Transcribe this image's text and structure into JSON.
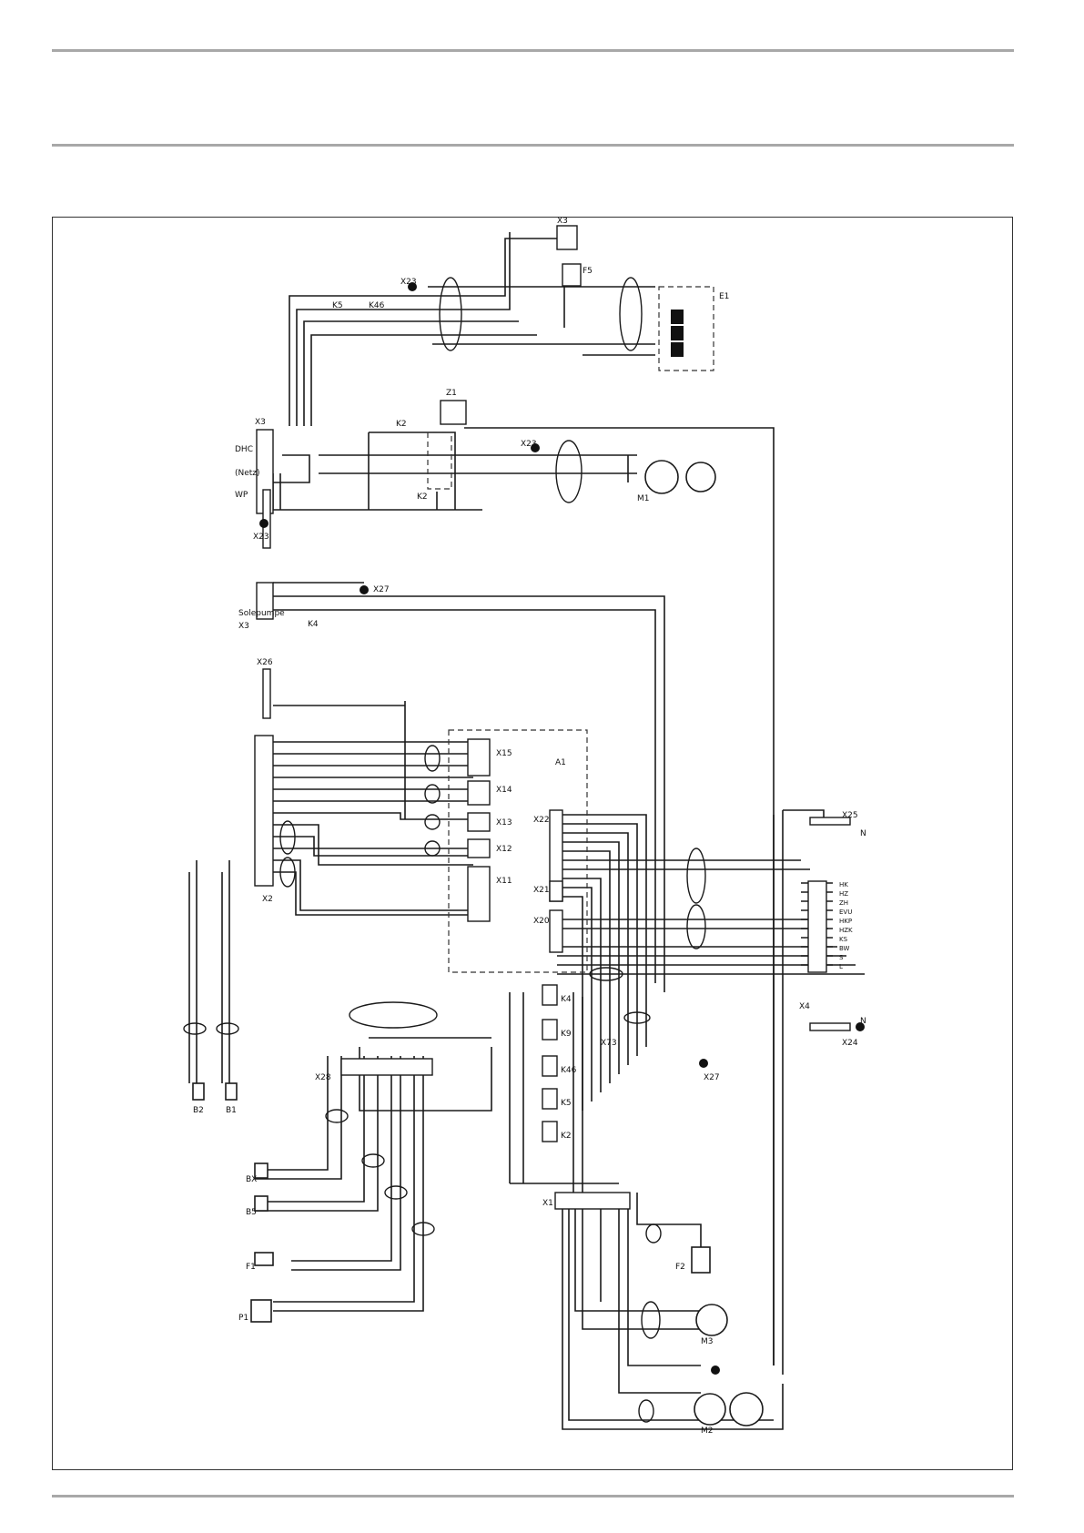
{
  "colors": {
    "rule": "#a8a8a8",
    "line": "#1a1a1a",
    "dashed": "#333333"
  },
  "labels": {
    "x3_main": "X3",
    "x3_top": "X3",
    "x3_sole": "X3",
    "wp": "WP",
    "netz": "(Netz)",
    "dhc": "DHC",
    "solepumpe": "Solepumpe",
    "x23_a": "X23",
    "x23_b": "X23",
    "x23_c": "X23",
    "x26": "X26",
    "x27_a": "X27",
    "x27_b": "X27",
    "k5": "K5",
    "k46": "K46",
    "k2_cap": "K2",
    "k2_sw": "K2",
    "k4": "K4",
    "z1": "Z1",
    "m1": "M1",
    "m2": "M2",
    "m3": "M3",
    "e1": "E1",
    "f5": "F5",
    "a1": "A1",
    "x15": "X15",
    "x14": "X14",
    "x13": "X13",
    "x12": "X12",
    "x11": "X11",
    "x22": "X22",
    "x21": "X21",
    "x20": "X20",
    "x25": "X25",
    "x24": "X24",
    "x4": "X4",
    "x73": "X73",
    "x28": "X28",
    "x2": "X2",
    "x1": "X1",
    "b1": "B1",
    "b2": "B2",
    "b5": "B5",
    "bx": "BX",
    "f1": "F1",
    "f2": "F2",
    "p1": "P1",
    "k4r": "K4",
    "k9r": "K9",
    "k46r": "K46",
    "k5r": "K5",
    "k2r": "K2",
    "n_x25": "N",
    "n_x24": "N"
  },
  "x4_terminals": [
    "HK",
    "HZ",
    "ZH",
    "EVU",
    "HKP",
    "HZK",
    "KS",
    "BW",
    "S",
    "L"
  ]
}
